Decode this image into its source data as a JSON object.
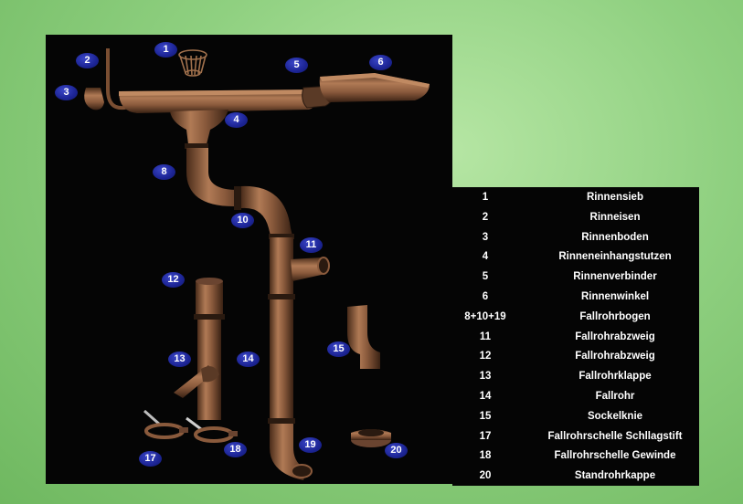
{
  "colors": {
    "background": "#8fd080",
    "panel": "#050505",
    "pipe": "#8a5a3c",
    "badge": "#1c2494",
    "text": "#ffffff"
  },
  "badges": [
    "1",
    "2",
    "3",
    "4",
    "5",
    "6",
    "8",
    "10",
    "11",
    "12",
    "13",
    "14",
    "15",
    "17",
    "18",
    "19",
    "20"
  ],
  "legend": [
    {
      "num": "1",
      "label": "Rinnensieb"
    },
    {
      "num": "2",
      "label": "Rinneisen"
    },
    {
      "num": "3",
      "label": "Rinnenboden"
    },
    {
      "num": "4",
      "label": "Rinneneinhangstutzen"
    },
    {
      "num": "5",
      "label": "Rinnenverbinder"
    },
    {
      "num": "6",
      "label": "Rinnenwinkel"
    },
    {
      "num": "8+10+19",
      "label": "Fallrohrbogen"
    },
    {
      "num": "11",
      "label": "Fallrohrabzweig"
    },
    {
      "num": "12",
      "label": "Fallrohrabzweig"
    },
    {
      "num": "13",
      "label": "Fallrohrklappe"
    },
    {
      "num": "14",
      "label": "Fallrohr"
    },
    {
      "num": "15",
      "label": "Sockelknie"
    },
    {
      "num": "17",
      "label": "Fallrohrschelle Schllagstift"
    },
    {
      "num": "18",
      "label": "Fallrohrschelle Gewinde"
    },
    {
      "num": "20",
      "label": "Standrohrkappe"
    }
  ]
}
